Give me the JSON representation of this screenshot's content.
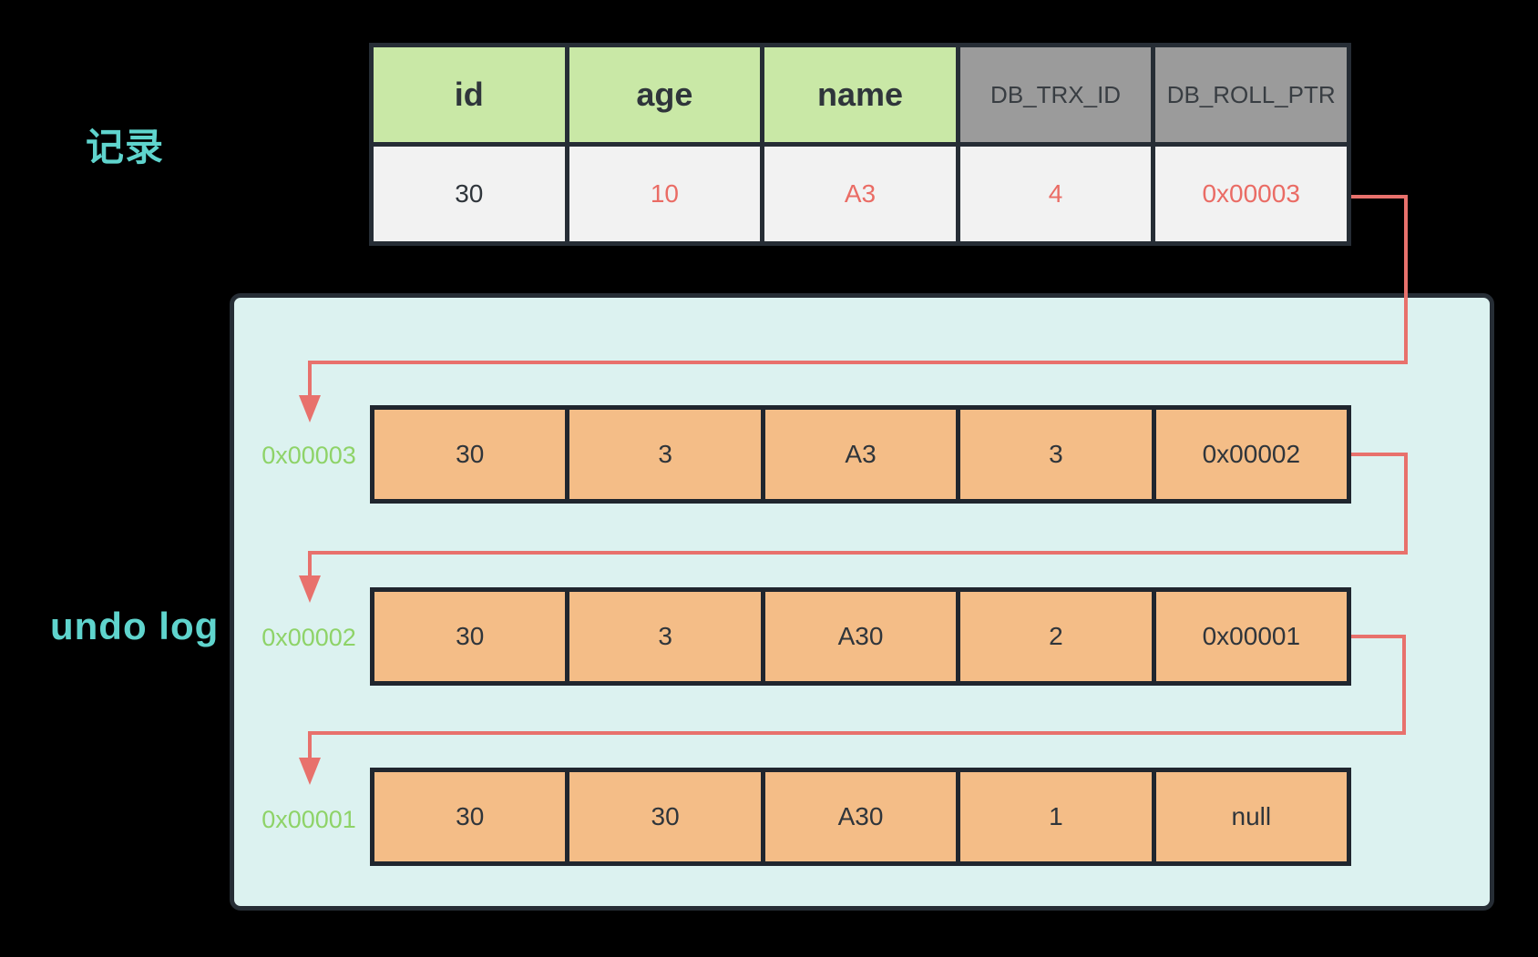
{
  "labels": {
    "record": "记录",
    "undo_log": "undo log"
  },
  "record_table": {
    "headers": [
      "id",
      "age",
      "name",
      "DB_TRX_ID",
      "DB_ROLL_PTR"
    ],
    "row": {
      "id": "30",
      "age": "10",
      "name": "A3",
      "db_trx_id": "4",
      "db_roll_ptr": "0x00003"
    }
  },
  "undo_log": {
    "rows": [
      {
        "ptr": "0x00003",
        "cells": [
          "30",
          "3",
          "A3",
          "3",
          "0x00002"
        ]
      },
      {
        "ptr": "0x00002",
        "cells": [
          "30",
          "3",
          "A30",
          "2",
          "0x00001"
        ]
      },
      {
        "ptr": "0x00001",
        "cells": [
          "30",
          "30",
          "A30",
          "1",
          "null"
        ]
      }
    ]
  },
  "colors": {
    "background": "#000000",
    "header_green": "#c9e8a6",
    "header_gray": "#9b9b9b",
    "record_row_bg": "#f2f2f2",
    "undo_cell_orange": "#f4bd87",
    "undo_box_bg": "#dcf2f0",
    "border_dark": "#262d35",
    "arrow_red": "#e8716c",
    "changed_value_red": "#ea6c65",
    "pointer_label_green": "#8ed368",
    "side_label_teal": "#5fd4cd"
  }
}
